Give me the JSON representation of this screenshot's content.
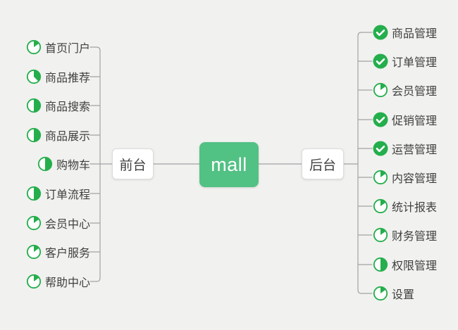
{
  "root": {
    "label": "mall"
  },
  "left_branch": {
    "label": "前台",
    "items": [
      {
        "label": "首页门户",
        "icon": "progress-pie-icon",
        "progress": 0.15
      },
      {
        "label": "商品推荐",
        "icon": "progress-pie-icon",
        "progress": 0.375
      },
      {
        "label": "商品搜索",
        "icon": "progress-pie-icon",
        "progress": 0.5
      },
      {
        "label": "商品展示",
        "icon": "progress-pie-icon",
        "progress": 0.5
      },
      {
        "label": "购物车",
        "icon": "progress-pie-icon",
        "progress": 0.5
      },
      {
        "label": "订单流程",
        "icon": "progress-pie-icon",
        "progress": 0.5
      },
      {
        "label": "会员中心",
        "icon": "progress-pie-icon",
        "progress": 0.15
      },
      {
        "label": "客户服务",
        "icon": "progress-pie-icon",
        "progress": 0.15
      },
      {
        "label": "帮助中心",
        "icon": "progress-pie-icon",
        "progress": 0.15
      }
    ]
  },
  "right_branch": {
    "label": "后台",
    "items": [
      {
        "label": "商品管理",
        "icon": "check-circle-icon"
      },
      {
        "label": "订单管理",
        "icon": "check-circle-icon"
      },
      {
        "label": "会员管理",
        "icon": "progress-pie-icon",
        "progress": 0.15
      },
      {
        "label": "促销管理",
        "icon": "check-circle-icon"
      },
      {
        "label": "运营管理",
        "icon": "check-circle-icon"
      },
      {
        "label": "内容管理",
        "icon": "progress-pie-icon",
        "progress": 0.15
      },
      {
        "label": "统计报表",
        "icon": "progress-pie-icon",
        "progress": 0.15
      },
      {
        "label": "财务管理",
        "icon": "progress-pie-icon",
        "progress": 0.15
      },
      {
        "label": "权限管理",
        "icon": "progress-pie-icon",
        "progress": 0.5
      },
      {
        "label": "设置",
        "icon": "progress-pie-icon",
        "progress": 0.15
      }
    ]
  },
  "colors": {
    "background": "#f1f1ef",
    "node_green": "#52c184",
    "icon_green": "#24ae4c",
    "line_gray": "#a3a3a3",
    "text_dark": "#3f3f3f",
    "node_border": "#dcdcdc"
  }
}
